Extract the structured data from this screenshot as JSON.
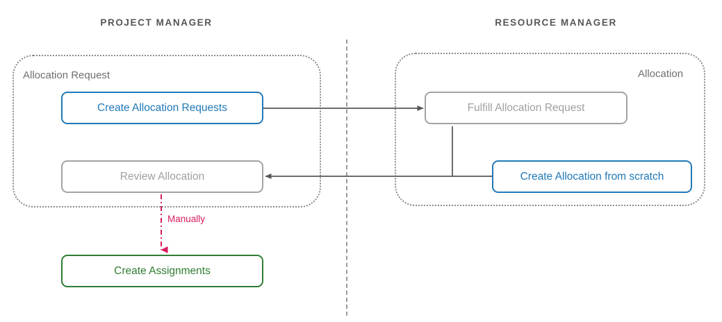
{
  "diagram": {
    "title_bar": {
      "lanes": [
        {
          "id": "project-manager",
          "label": "PROJECT MANAGER"
        },
        {
          "id": "resource-manager",
          "label": "RESOURCE MANAGER"
        }
      ]
    },
    "groups": [
      {
        "id": "allocation-request",
        "label": "Allocation Request",
        "align": "left"
      },
      {
        "id": "allocation",
        "label": "Allocation",
        "align": "right"
      }
    ],
    "nodes": [
      {
        "id": "create-allocation-requests",
        "label": "Create Allocation Requests",
        "style": "blue"
      },
      {
        "id": "review-allocation",
        "label": "Review Allocation",
        "style": "grey"
      },
      {
        "id": "create-assignments",
        "label": "Create Assignments",
        "style": "green"
      },
      {
        "id": "fulfill-allocation-request",
        "label": "Fulfill Allocation Request",
        "style": "grey"
      },
      {
        "id": "create-allocation-from-scratch",
        "label": "Create Allocation from scratch",
        "style": "blue"
      }
    ],
    "edges": [
      {
        "id": "requests-to-fulfill",
        "from": "create-allocation-requests",
        "to": "fulfill-allocation-request",
        "label": ""
      },
      {
        "id": "fulfill-to-review",
        "from": "fulfill-allocation-request",
        "to": "review-allocation",
        "label": ""
      },
      {
        "id": "scratch-to-review",
        "from": "create-allocation-from-scratch",
        "to": "review-allocation",
        "label": ""
      },
      {
        "id": "review-to-assignments",
        "from": "review-allocation",
        "to": "create-assignments",
        "label": "Manually"
      }
    ],
    "colors": {
      "blue": "#2079b8",
      "green": "#2e7d32",
      "grey": "#9a9a9a",
      "crimson": "#d81b60",
      "title": "#565656",
      "group_border": "#8a8a8a"
    }
  }
}
